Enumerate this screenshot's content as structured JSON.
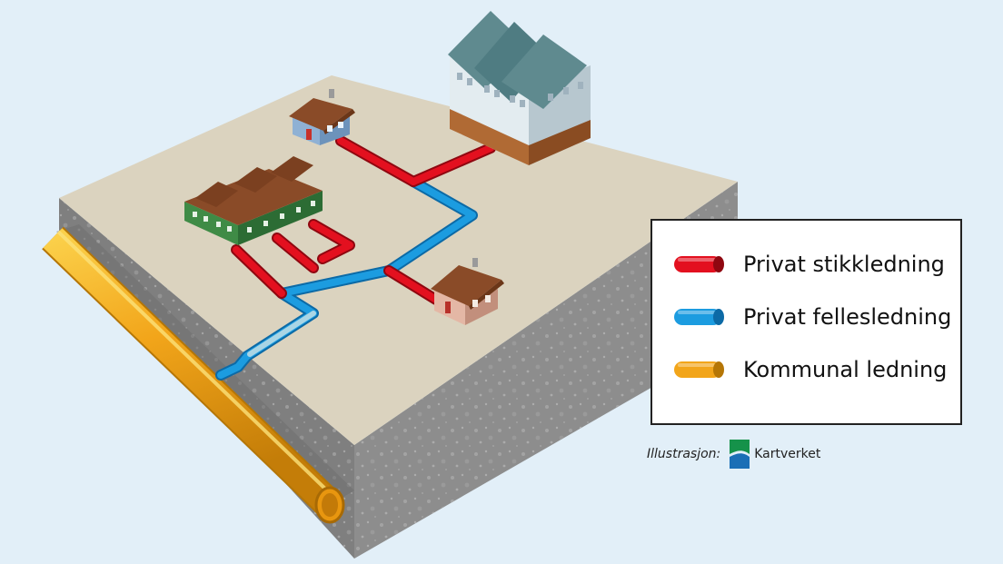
{
  "legend": {
    "items": [
      {
        "label": "Privat stikkledning",
        "color": "#e3101f"
      },
      {
        "label": "Privat fellesledning",
        "color": "#1c9ce0"
      },
      {
        "label": "Kommunal ledning",
        "color": "#f2a51a"
      }
    ]
  },
  "credit": {
    "prefix": "Illustrasjon:",
    "brand": "Kartverket",
    "brand_colors": {
      "green": "#15924a",
      "blue": "#1b6fb6"
    }
  },
  "colors": {
    "background": "#e2eff8",
    "ground_top": "#dbd3bf",
    "concrete": "#8a8a8a"
  }
}
